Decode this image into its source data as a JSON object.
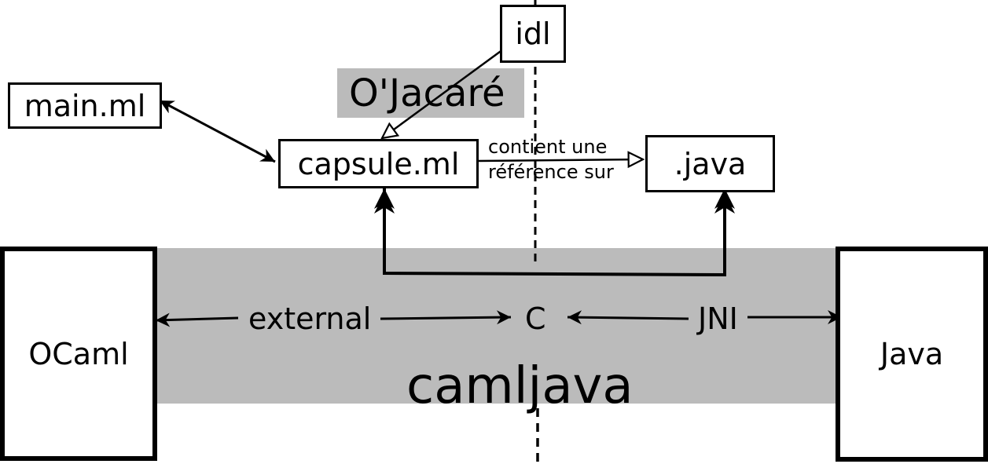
{
  "labels": {
    "idl": "idl",
    "ojacare": "O'Jacaré",
    "main_ml": "main.ml",
    "capsule_ml": "capsule.ml",
    "java_file": ".java",
    "reference_line1": "contient une",
    "reference_line2": "référence sur",
    "external": "external",
    "c": "C",
    "jni": "JNI",
    "ocaml": "OCaml",
    "java": "Java",
    "camljava": "camljava"
  },
  "colors": {
    "band": "#bbbbbb",
    "stroke": "#000000",
    "background": "#ffffff"
  }
}
